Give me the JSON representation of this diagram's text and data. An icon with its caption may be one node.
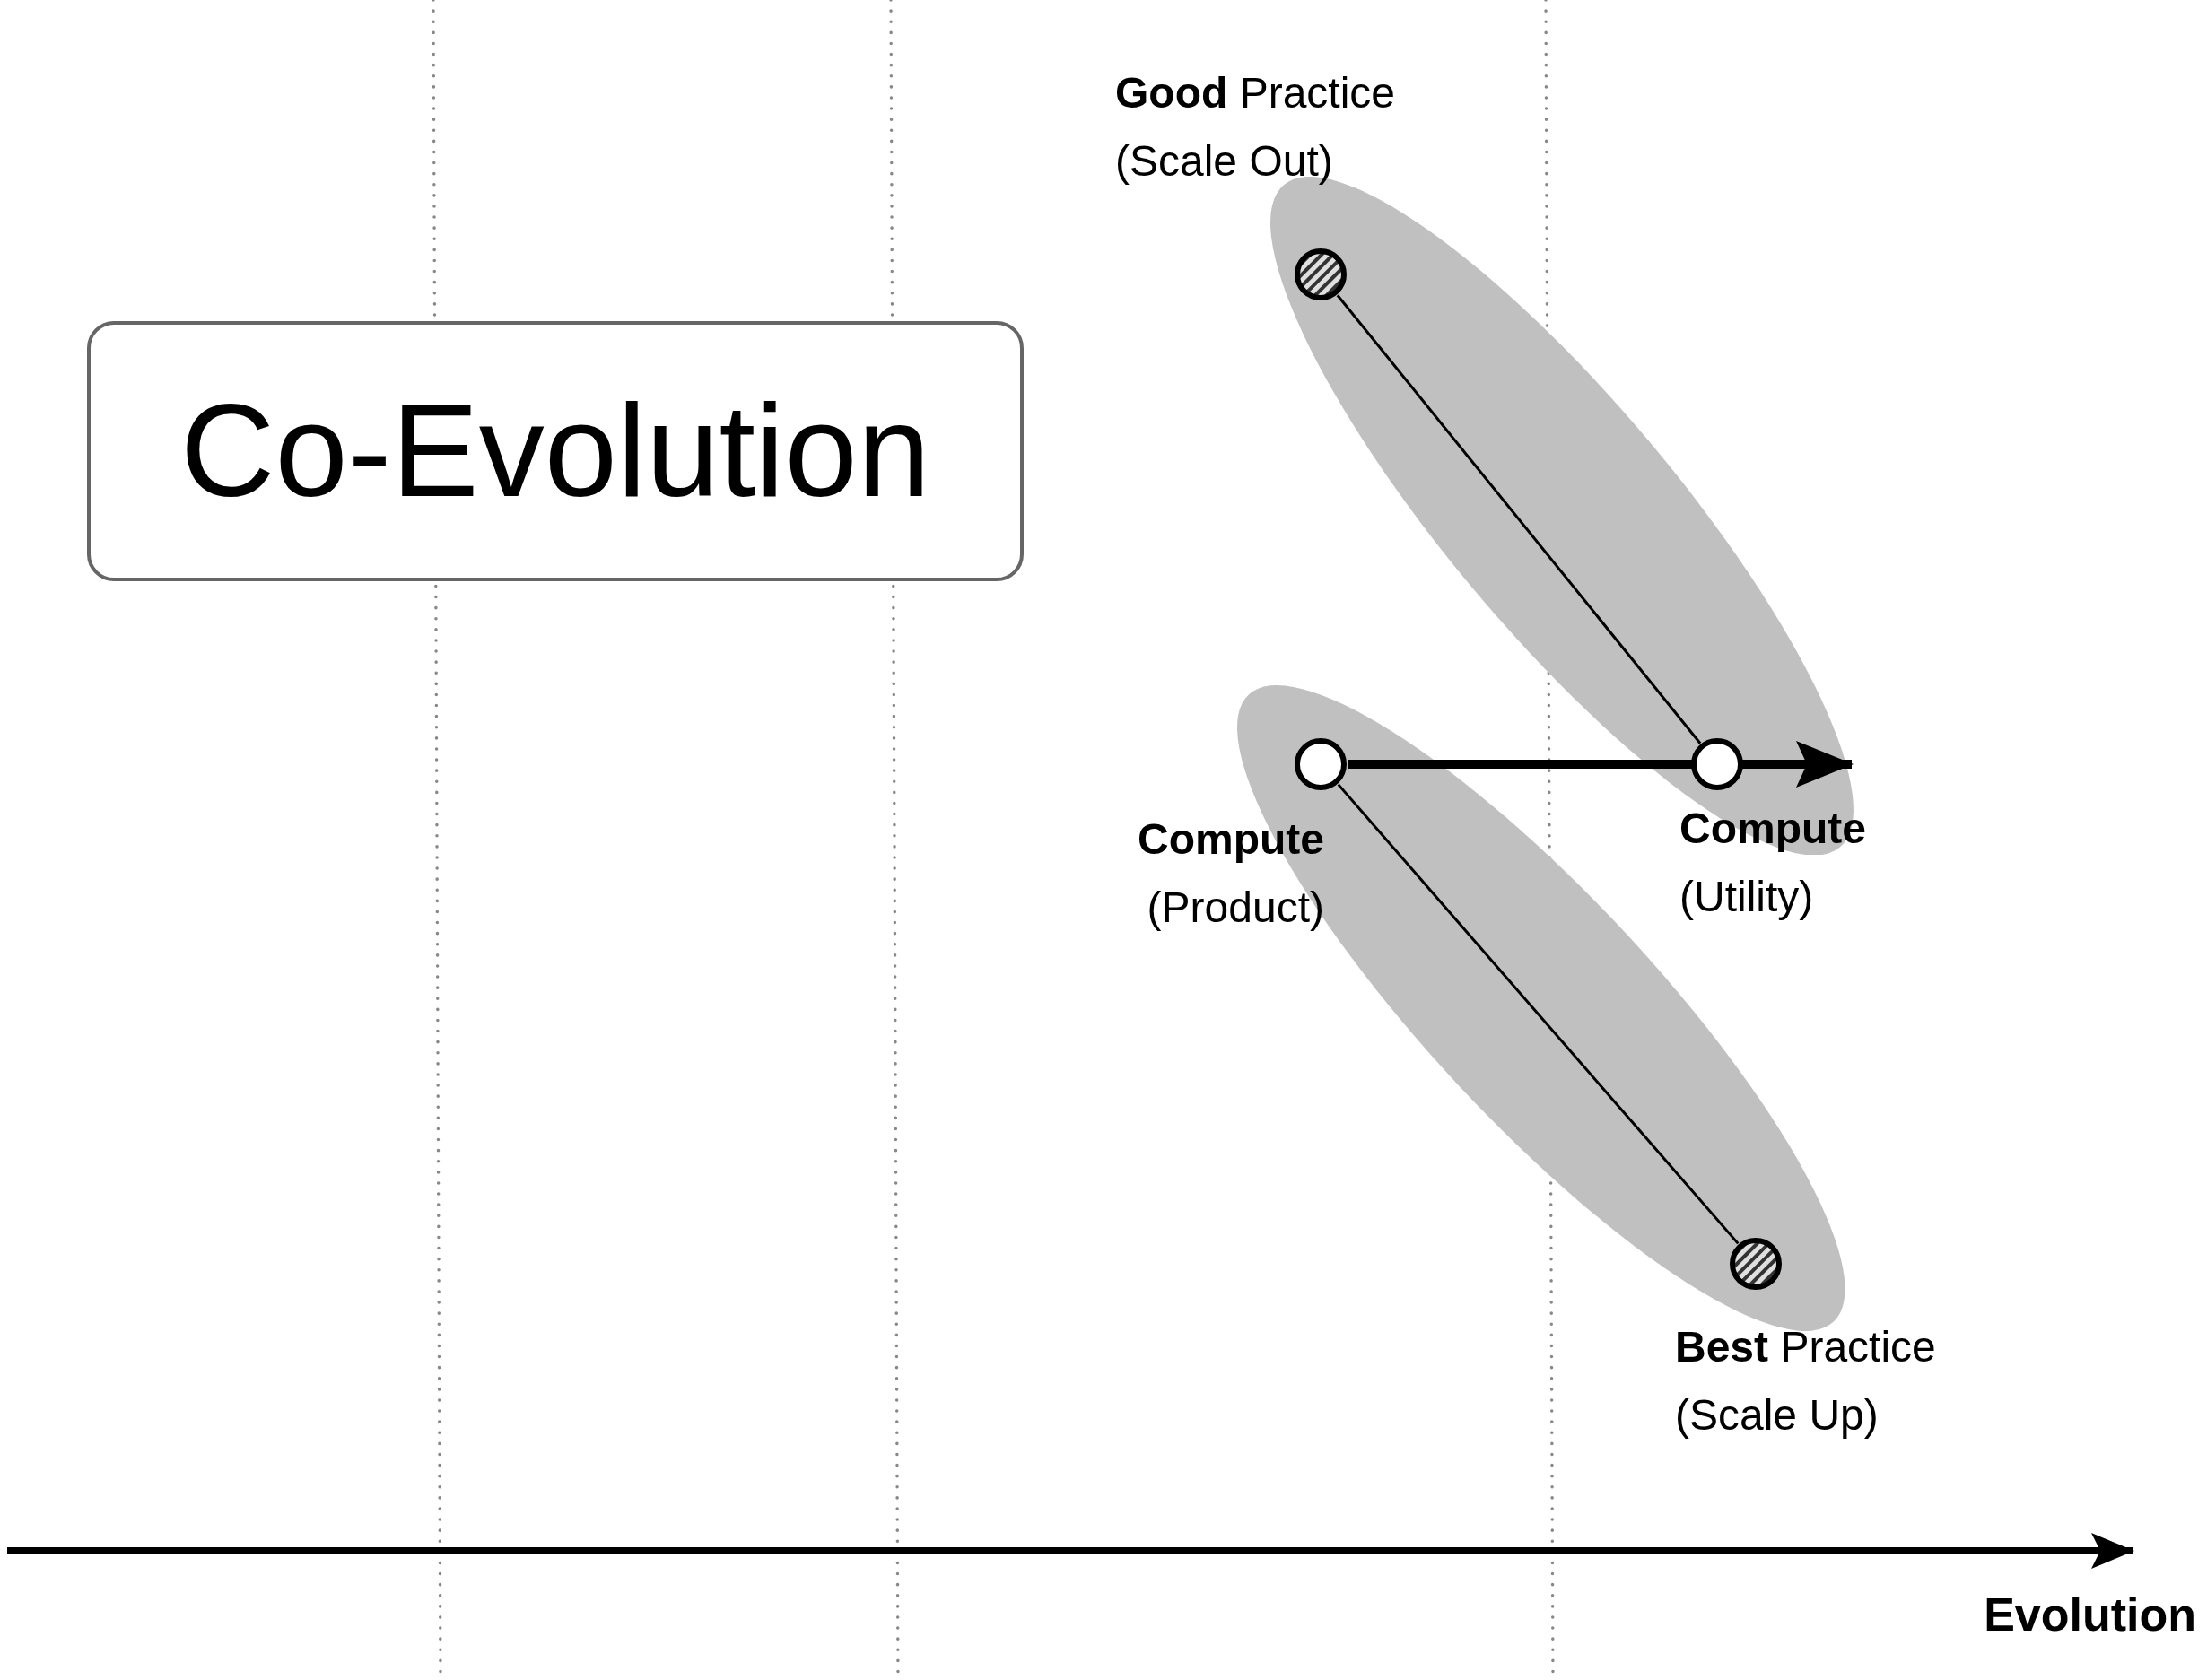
{
  "diagram": {
    "nodes": [
      {
        "text": [
          "Co-Evolution"
        ]
      },
      {
        "text": [],
        "shape": "ellipse"
      },
      {
        "text": [],
        "shape": "circle",
        "in": 1,
        "beside": [
          "**Good** Practice (Scale Out)"
        ]
      },
      {
        "text": [],
        "shape": "circle",
        "in": 1,
        "beside": [
          "**Compute** (Utility)"
        ]
      },
      {
        "text": [],
        "shape": "ellipse"
      },
      {
        "text": [],
        "shape": "circle",
        "in": 4,
        "beside": [
          "**Compute** (Product)"
        ]
      },
      {
        "text": [],
        "shape": "circle",
        "in": 4,
        "beside": [
          "**Best** Practice (Scale Up)"
        ]
      }
    ],
    "edges": [
      {
        "from": 2,
        "to": 3,
        "arrow": "none"
      },
      {
        "from": 5,
        "to": 6,
        "arrow": "none"
      },
      {
        "from": 5,
        "to": 3,
        "arrow": "to",
        "style": "thick"
      }
    ],
    "labels": [
      "Evolution"
    ]
  }
}
